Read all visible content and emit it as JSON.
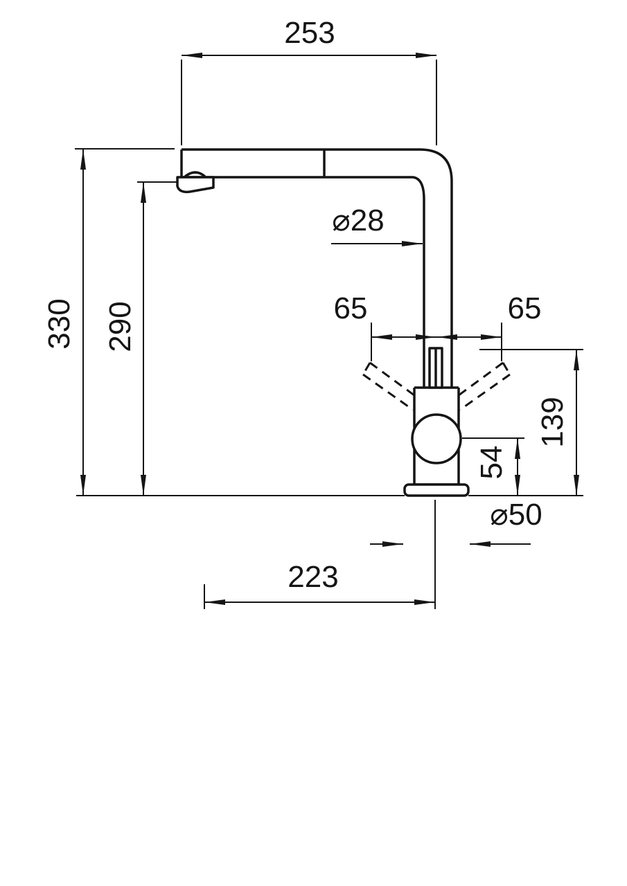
{
  "drawing": {
    "type": "technical-dimension-drawing",
    "subject": "kitchen mixer tap, side view with pull-out spray head",
    "line_color": "#151515",
    "background": "#ffffff",
    "units": "mm",
    "dimensions": {
      "top_width": "253",
      "overall_height": "330",
      "spout_height": "290",
      "pipe_diameter": "⌀28",
      "handle_swing_left": "65",
      "handle_swing_right": "65",
      "handle_height": "139",
      "body_height": "54",
      "base_diameter": "⌀50",
      "bottom_width": "223"
    }
  }
}
